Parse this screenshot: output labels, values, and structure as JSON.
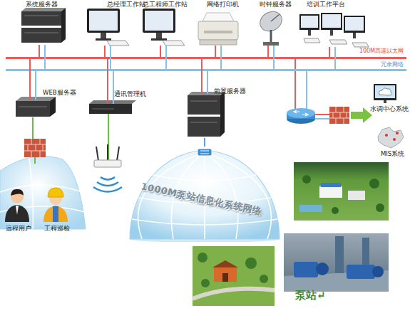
{
  "diagram": {
    "nodes": [
      {
        "text": [
          "系统服务器"
        ]
      },
      {
        "text": [
          "总经理工作站"
        ]
      },
      {
        "text": [
          "总工程师工作站"
        ]
      },
      {
        "text": [
          "网络打印机"
        ]
      },
      {
        "text": [
          "时钟服务器"
        ]
      },
      {
        "text": [
          "培训工作平台"
        ]
      },
      {
        "text": [
          "100M高速以太网"
        ]
      },
      {
        "text": [
          "冗余网络"
        ]
      },
      {
        "text": [
          "WEB服务器"
        ]
      },
      {
        "text": [
          "通讯管理机"
        ]
      },
      {
        "text": [
          "前置服务器"
        ]
      },
      {
        "text": [
          "水调中心系统"
        ]
      },
      {
        "text": [
          "MIS系统"
        ]
      },
      {
        "text": [
          "1000M泵站信息化系统网络"
        ]
      },
      {
        "text": [
          "远程用户"
        ]
      },
      {
        "text": [
          "工程巡检"
        ]
      }
    ],
    "edges": [
      {
        "from": 0,
        "to": 6,
        "arrow": "none"
      },
      {
        "from": 0,
        "to": 7,
        "arrow": "none"
      },
      {
        "from": 1,
        "to": 6,
        "arrow": "none"
      },
      {
        "from": 1,
        "to": 7,
        "arrow": "none"
      },
      {
        "from": 2,
        "to": 6,
        "arrow": "none"
      },
      {
        "from": 2,
        "to": 7,
        "arrow": "none"
      },
      {
        "from": 3,
        "to": 6,
        "arrow": "none"
      },
      {
        "from": 3,
        "to": 7,
        "arrow": "none"
      },
      {
        "from": 4,
        "to": 6,
        "arrow": "none"
      },
      {
        "from": 4,
        "to": 7,
        "arrow": "none"
      },
      {
        "from": 5,
        "to": 6,
        "arrow": "none"
      },
      {
        "from": 5,
        "to": 7,
        "arrow": "none"
      },
      {
        "from": 8,
        "to": 6,
        "arrow": "none"
      },
      {
        "from": 8,
        "to": 7,
        "arrow": "none"
      },
      {
        "from": 9,
        "to": 6,
        "arrow": "none"
      },
      {
        "from": 9,
        "to": 7,
        "arrow": "none"
      },
      {
        "from": 10,
        "to": 6,
        "arrow": "none"
      },
      {
        "from": 10,
        "to": 7,
        "arrow": "none"
      },
      {
        "from": 10,
        "to": 13,
        "arrow": "none"
      }
    ],
    "labels": [
      "泵站↵"
    ]
  }
}
